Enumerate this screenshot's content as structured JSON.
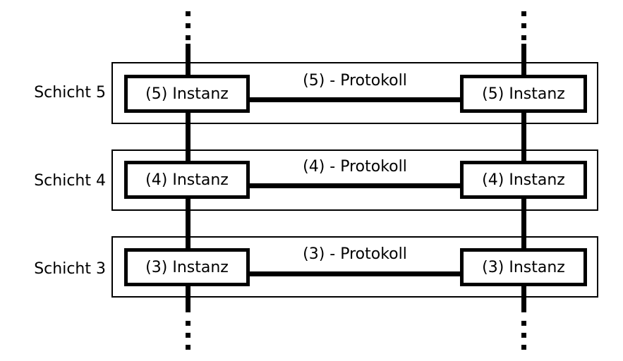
{
  "diagram": {
    "title": "layered-protocol-diagram",
    "colors": {
      "background": "#ffffff",
      "line": "#000000"
    },
    "layers": [
      {
        "label": "Schicht 5",
        "left_instance": "(5) Instanz",
        "right_instance": "(5) Instanz",
        "protocol": "(5) - Protokoll"
      },
      {
        "label": "Schicht 4",
        "left_instance": "(4) Instanz",
        "right_instance": "(4) Instanz",
        "protocol": "(4) - Protokoll"
      },
      {
        "label": "Schicht 3",
        "left_instance": "(3) Instanz",
        "right_instance": "(3) Instanz",
        "protocol": "(3) - Protokoll"
      }
    ]
  }
}
